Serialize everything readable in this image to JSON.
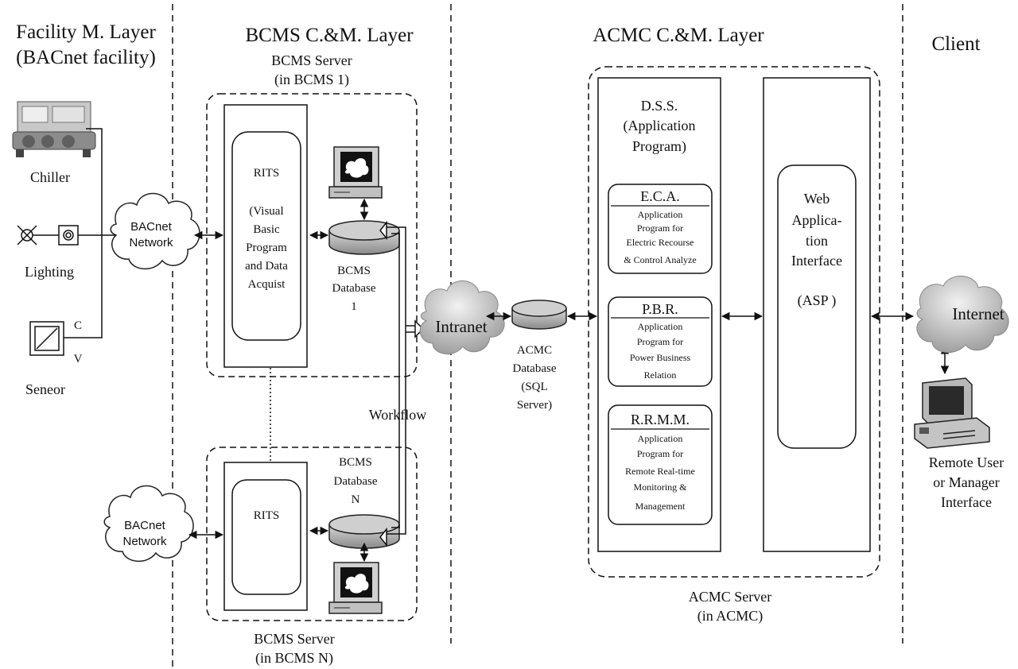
{
  "layers": {
    "facility_line1": "Facility M. Layer",
    "facility_line2": "(BACnet facility)",
    "bcms": "BCMS C.&M. Layer",
    "acmc": "ACMC C.&M. Layer",
    "client": "Client"
  },
  "facility": {
    "chiller": "Chiller",
    "lighting": "Lighting",
    "sensor": "Seneor",
    "sensor_c": "C",
    "sensor_v": "V"
  },
  "bacnet_top": [
    "BACnet",
    "Network"
  ],
  "bacnet_bottom": [
    "BACnet",
    "Network"
  ],
  "bcms1": {
    "server_label": [
      "BCMS Server",
      "(in BCMS 1)"
    ],
    "rits": [
      "RITS",
      "",
      "(Visual",
      "Basic",
      "Program",
      "and Data",
      "Acquist"
    ],
    "database": [
      "BCMS",
      "Database",
      "1"
    ]
  },
  "bcmsn": {
    "server_label": [
      "BCMS Server",
      "(in BCMS N)"
    ],
    "rits": "RITS",
    "database": [
      "BCMS",
      "Database",
      "N"
    ]
  },
  "workflow": "Workflow",
  "intranet": "Intranet",
  "acmc_db": [
    "ACMC",
    "Database",
    "(SQL",
    "Server)"
  ],
  "dss": [
    "D.S.S.",
    "(Application",
    "Program)"
  ],
  "eca": {
    "title": "E.C.A.",
    "lines": [
      "Application",
      "Program for",
      "Electric Recourse",
      "& Control Analyze"
    ]
  },
  "pbr": {
    "title": "P.B.R.",
    "lines": [
      "Application",
      "Program for",
      "Power Business",
      "Relation"
    ]
  },
  "rrmm": {
    "title": "R.R.M.M.",
    "lines": [
      "Application",
      "Program for",
      "Remote Real-time",
      "Monitoring &",
      "Management"
    ]
  },
  "web": [
    "Web",
    "Applica-",
    "tion",
    "Interface",
    "",
    "(ASP )"
  ],
  "acmc_server": [
    "ACMC Server",
    "(in ACMC)"
  ],
  "internet": "Internet",
  "remote": [
    "Remote User",
    "or Manager",
    "Interface"
  ]
}
